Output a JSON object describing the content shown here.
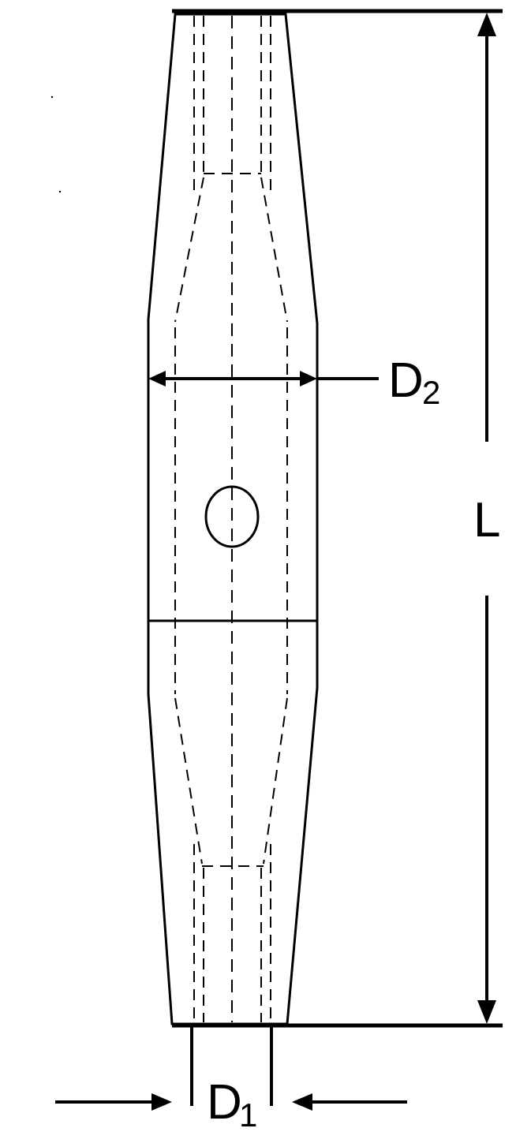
{
  "labels": {
    "d2_main": "D",
    "d2_sub": "2",
    "length": "L",
    "d1_main": "D",
    "d1_sub": "1"
  },
  "colors": {
    "line": "#000000",
    "background": "#ffffff"
  }
}
